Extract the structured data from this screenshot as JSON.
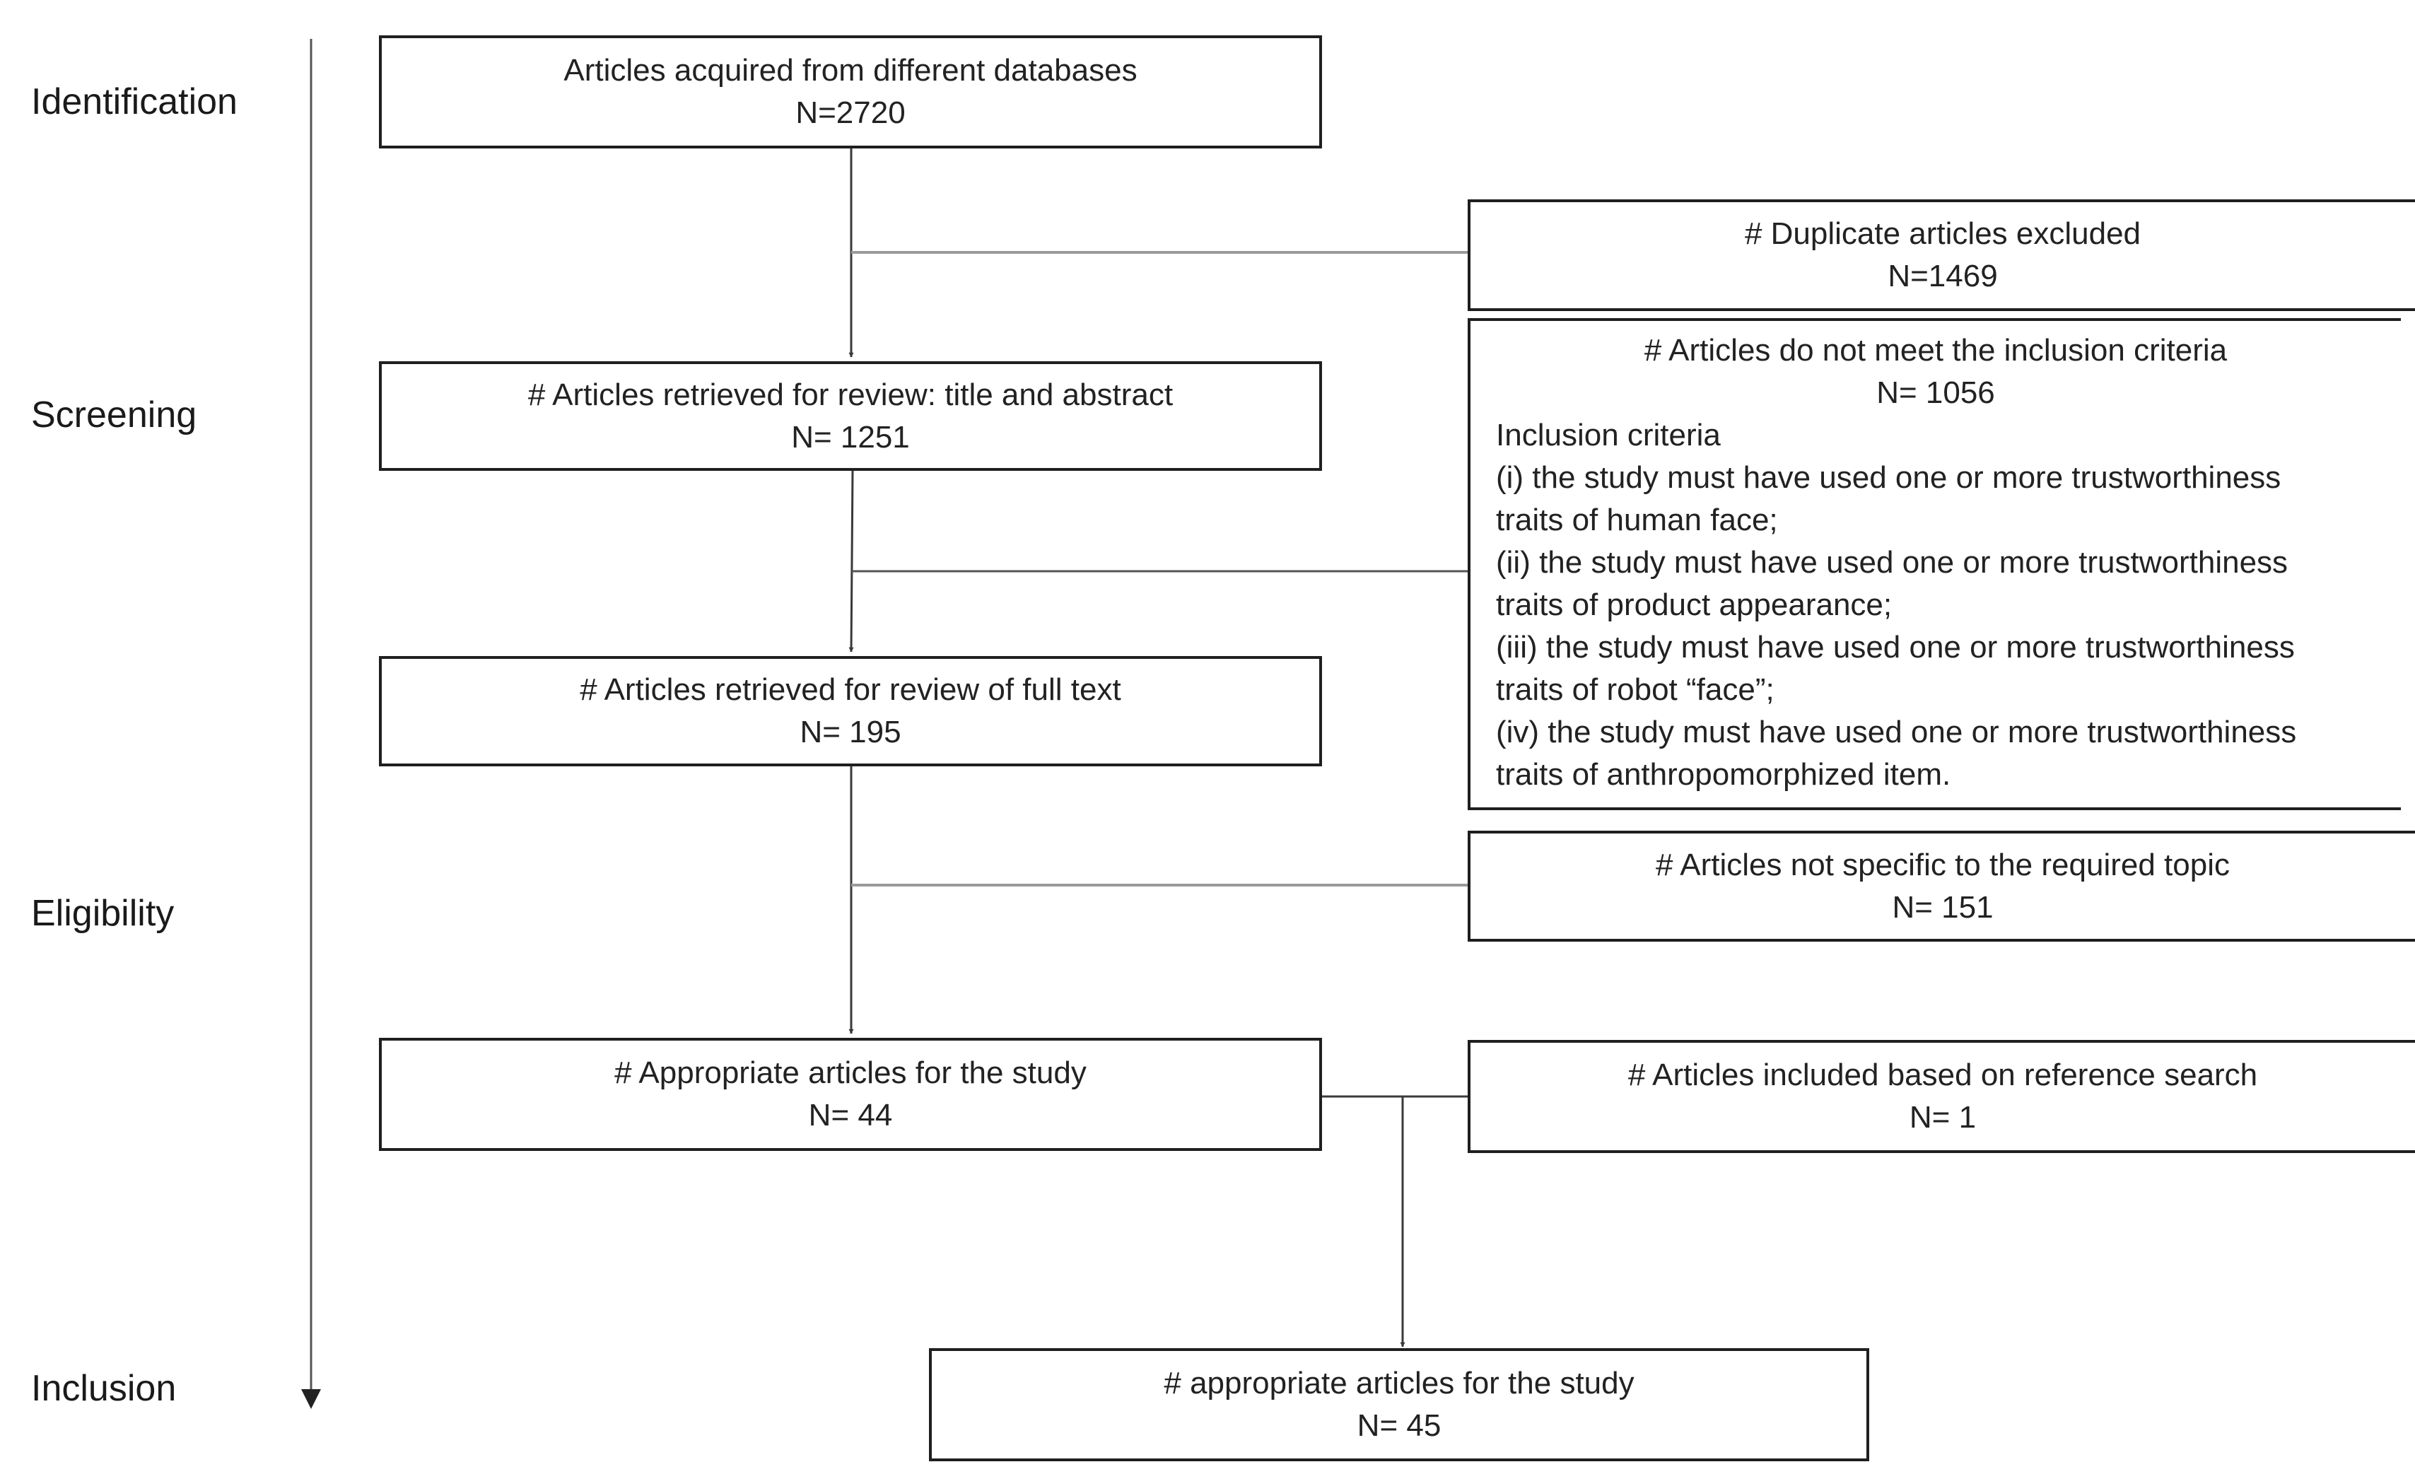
{
  "phases": {
    "identification": "Identification",
    "screening": "Screening",
    "eligibility": "Eligibility",
    "inclusion": "Inclusion"
  },
  "boxes": {
    "acquired": {
      "title": "Articles acquired from different databases",
      "count": "N=2720"
    },
    "duplicates": {
      "title": "# Duplicate articles excluded",
      "count": "N=1469"
    },
    "title_abstract": {
      "title": "# Articles retrieved for review: title and abstract",
      "count": "N= 1251"
    },
    "criteria_excluded": {
      "title": "# Articles do not meet the inclusion criteria",
      "count": "N= 1056",
      "heading": "Inclusion criteria",
      "lines": [
        "(i) the study must have used one or more trustworthiness",
        "traits of human face;",
        "(ii) the study must have used one or more trustworthiness",
        "traits of product appearance;",
        "(iii) the study must have used one or more trustworthiness",
        "traits of robot “face”;",
        "(iv) the study must have used one or more trustworthiness",
        "traits of anthropomorphized item."
      ]
    },
    "full_text": {
      "title": "# Articles retrieved for review of full text",
      "count": "N= 195"
    },
    "not_specific": {
      "title": "# Articles not specific to the required topic",
      "count": "N= 151"
    },
    "appropriate": {
      "title": "# Appropriate articles for the study",
      "count": "N= 44"
    },
    "reference_search": {
      "title": "# Articles included based on reference search",
      "count": "N= 1"
    },
    "final": {
      "title": "# appropriate articles for the study",
      "count": "N= 45"
    }
  },
  "colors": {
    "box_border": "#1f1f1f",
    "connector": "#9a9a9a",
    "arrow": "#3a3a3a",
    "text": "#222222"
  }
}
